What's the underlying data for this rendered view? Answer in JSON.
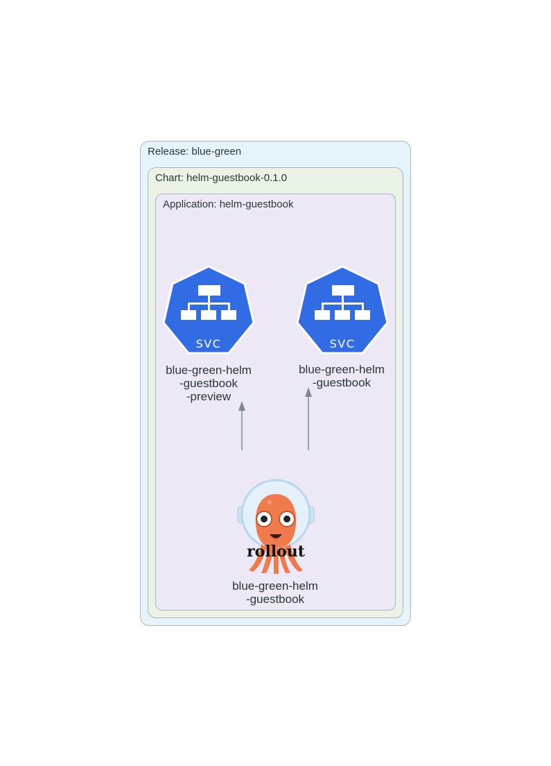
{
  "clusters": {
    "release": "Release: blue-green",
    "chart": "Chart: helm-guestbook-0.1.0",
    "application": "Application: helm-guestbook"
  },
  "nodes": {
    "svc_preview": {
      "icon": "kubernetes-svc-icon",
      "icon_text": "SVC",
      "label": [
        "blue-green-helm",
        "-guestbook",
        "-preview"
      ]
    },
    "svc_active": {
      "icon": "kubernetes-svc-icon",
      "icon_text": "SVC",
      "label": [
        "blue-green-helm",
        "-guestbook"
      ]
    },
    "rollout": {
      "icon": "argo-rollout-icon",
      "icon_text": "rollout",
      "label": [
        "blue-green-helm",
        "-guestbook"
      ]
    }
  },
  "edges": [
    {
      "from": "rollout",
      "to": "svc_preview"
    },
    {
      "from": "rollout",
      "to": "svc_active"
    }
  ],
  "colors": {
    "svc_fill": "#326ce5",
    "edge": "#7b8894",
    "octopus": "#ef7b4d"
  }
}
